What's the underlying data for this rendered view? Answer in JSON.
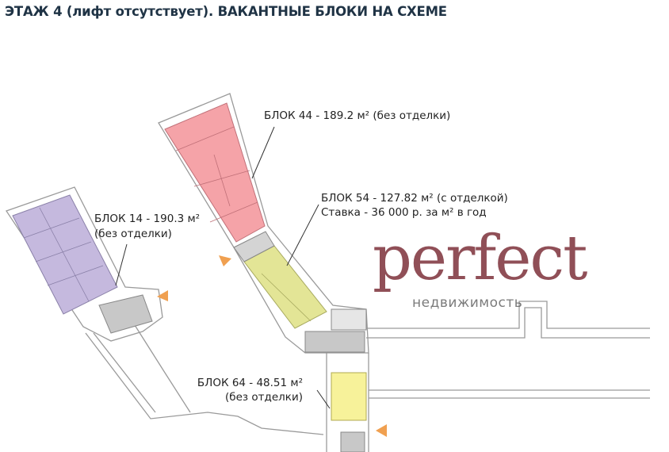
{
  "title": "ЭТАЖ 4 (лифт отсутствует). ВАКАНТНЫЕ БЛОКИ НА СХЕМЕ",
  "blocks": [
    {
      "id": "44",
      "line1": "БЛОК 44 - 189.2 м² (без отделки)",
      "color": "#f5a3a8"
    },
    {
      "id": "54",
      "line1": "БЛОК 54 - 127.82 м² (с отделкой)",
      "line2": "Ставка - 36 000 р. за м² в год",
      "color": "#e3e596"
    },
    {
      "id": "14",
      "line1": "БЛОК 14 - 190.3 м²",
      "line2": "(без отделки)",
      "color": "#c5b9de"
    },
    {
      "id": "64",
      "line1": "БЛОК 64 - 48.51 м²",
      "line2": "(без отделки)",
      "color": "#f7f29a"
    }
  ],
  "watermark": {
    "brand": "perfect",
    "subtitle": "недвижимость",
    "brand_color": "#7a2832",
    "accent_color": "#3ca0dc"
  },
  "colors": {
    "title": "#1f3345",
    "entrance_arrow": "#f0a050",
    "stairs": "#c8c8c8",
    "wall": "#9a9a9a"
  },
  "icons": [
    "entrance-arrow-icon"
  ]
}
